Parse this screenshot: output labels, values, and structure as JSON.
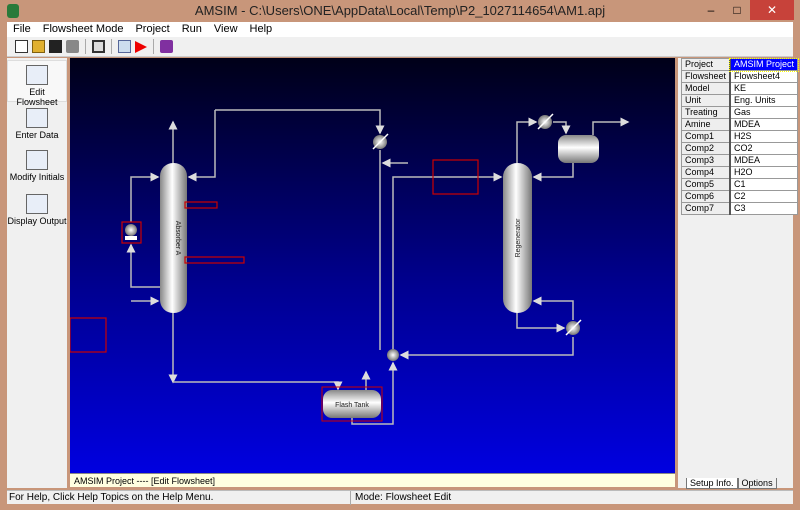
{
  "window": {
    "title": "AMSIM - C:\\Users\\ONE\\AppData\\Local\\Temp\\P2_1027114654\\AM1.apj",
    "minimize": "–",
    "maximize": "□",
    "close": "✕"
  },
  "menu": [
    "File",
    "Flowsheet Mode",
    "Project",
    "Run",
    "View",
    "Help"
  ],
  "toolbar": [
    "new-icon",
    "open-icon",
    "save-icon",
    "print-icon",
    "columns-icon",
    "calculator-icon",
    "run-icon",
    "help-book-icon"
  ],
  "left_panel": [
    {
      "label": "Edit Flowsheet",
      "icon": "edit-flowsheet-icon"
    },
    {
      "label": "Enter Data",
      "icon": "enter-data-icon"
    },
    {
      "label": "Modify Initials",
      "icon": "modify-initials-icon"
    },
    {
      "label": "Display Output",
      "icon": "display-output-icon"
    }
  ],
  "flowsheet": {
    "absorber_label": "Absorber A",
    "regenerator_label": "Regenerator",
    "flash_tank_label": "Flash Tank",
    "status": "AMSIM Project ---- [Edit Flowsheet]"
  },
  "setup_info": [
    {
      "key": "Project",
      "value": "AMSIM Project"
    },
    {
      "key": "Flowsheet",
      "value": "Flowsheet4"
    },
    {
      "key": "Model",
      "value": "KE"
    },
    {
      "key": "Unit",
      "value": "Eng. Units"
    },
    {
      "key": "Treating",
      "value": "Gas"
    },
    {
      "key": "Amine",
      "value": "MDEA"
    },
    {
      "key": "Comp1",
      "value": "H2S"
    },
    {
      "key": "Comp2",
      "value": "CO2"
    },
    {
      "key": "Comp3",
      "value": "MDEA"
    },
    {
      "key": "Comp4",
      "value": "H2O"
    },
    {
      "key": "Comp5",
      "value": "C1"
    },
    {
      "key": "Comp6",
      "value": "C2"
    },
    {
      "key": "Comp7",
      "value": "C3"
    }
  ],
  "tabs": [
    "Setup Info.",
    "Options"
  ],
  "statusbar": {
    "help": "For Help, Click Help Topics on the Help Menu.",
    "mode": "Mode: Flowsheet Edit"
  }
}
